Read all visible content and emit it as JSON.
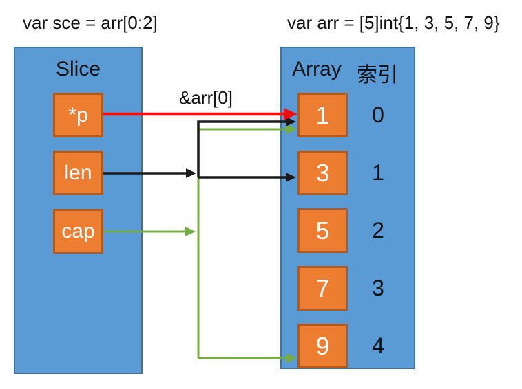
{
  "titles": {
    "slice_declaration": "var sce = arr[0:2]",
    "array_declaration": "var arr = [5]int{1, 3, 5, 7, 9}"
  },
  "slice_panel": {
    "title": "Slice",
    "fields": [
      {
        "label": "*p"
      },
      {
        "label": "len"
      },
      {
        "label": "cap"
      }
    ]
  },
  "array_panel": {
    "title": "Array",
    "index_header": "索引",
    "cells": [
      {
        "value": "1",
        "index": "0"
      },
      {
        "value": "3",
        "index": "1"
      },
      {
        "value": "5",
        "index": "2"
      },
      {
        "value": "7",
        "index": "3"
      },
      {
        "value": "9",
        "index": "4"
      }
    ]
  },
  "arrows": [
    {
      "name": "pointer",
      "from": "*p",
      "to": "arr[0]",
      "color": "#ee1111",
      "label": "&arr[0]"
    },
    {
      "name": "len",
      "from": "len",
      "to": "arr[0..1]",
      "color": "#1a1a1a",
      "label": ""
    },
    {
      "name": "cap",
      "from": "cap",
      "to": "arr[0..4]",
      "color": "#76ad43",
      "label": ""
    }
  ],
  "colors": {
    "panel_fill": "#5b9bd5",
    "panel_border": "#41719c",
    "cell_fill": "#ed7d31",
    "cell_border": "#ae5a21",
    "pointer_arrow": "#ee1111",
    "len_arrow": "#1a1a1a",
    "cap_arrow": "#76ad43"
  }
}
